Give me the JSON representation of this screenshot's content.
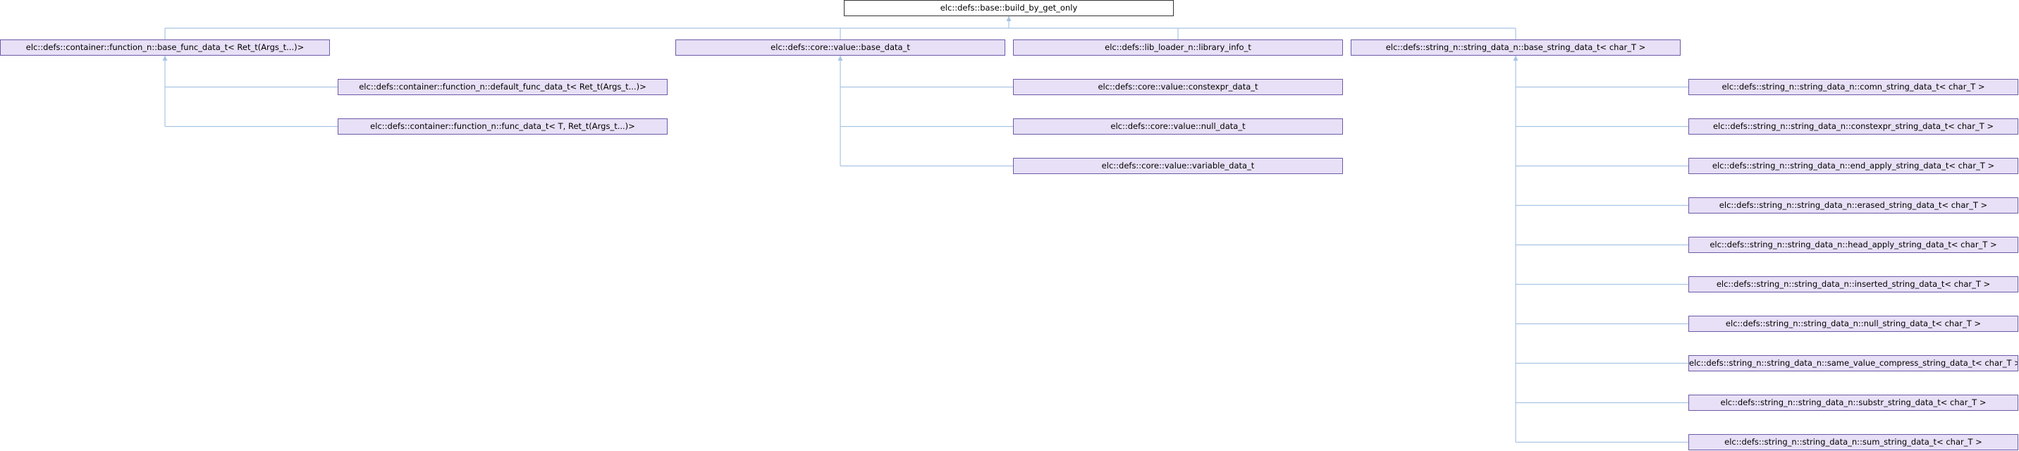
{
  "root": {
    "label": "elc::defs::base::build_by_get_only"
  },
  "bases": [
    {
      "label": "elc::defs::container::function_n::base_func_data_t< Ret_t(Args_t...)>"
    },
    {
      "label": "elc::defs::core::value::base_data_t"
    },
    {
      "label": "elc::defs::lib_loader_n::library_info_t"
    },
    {
      "label": "elc::defs::string_n::string_data_n::base_string_data_t< char_T >"
    }
  ],
  "func_children": [
    {
      "label": "elc::defs::container::function_n::default_func_data_t< Ret_t(Args_t...)>"
    },
    {
      "label": "elc::defs::container::function_n::func_data_t< T, Ret_t(Args_t...)>"
    }
  ],
  "value_children": [
    {
      "label": "elc::defs::core::value::constexpr_data_t"
    },
    {
      "label": "elc::defs::core::value::null_data_t"
    },
    {
      "label": "elc::defs::core::value::variable_data_t"
    }
  ],
  "string_children": [
    {
      "label": "elc::defs::string_n::string_data_n::comn_string_data_t< char_T >"
    },
    {
      "label": "elc::defs::string_n::string_data_n::constexpr_string_data_t< char_T >"
    },
    {
      "label": "elc::defs::string_n::string_data_n::end_apply_string_data_t< char_T >"
    },
    {
      "label": "elc::defs::string_n::string_data_n::erased_string_data_t< char_T >"
    },
    {
      "label": "elc::defs::string_n::string_data_n::head_apply_string_data_t< char_T >"
    },
    {
      "label": "elc::defs::string_n::string_data_n::inserted_string_data_t< char_T >"
    },
    {
      "label": "elc::defs::string_n::string_data_n::null_string_data_t< char_T >"
    },
    {
      "label": "elc::defs::string_n::string_data_n::same_value_compress_string_data_t< char_T >"
    },
    {
      "label": "elc::defs::string_n::string_data_n::substr_string_data_t< char_T >"
    },
    {
      "label": "elc::defs::string_n::string_data_n::sum_string_data_t< char_T >"
    }
  ],
  "colors": {
    "node_fill": "#e7e0f6",
    "node_border": "#6e5aa8",
    "edge": "#a9c4e4",
    "root_border": "#333333"
  }
}
